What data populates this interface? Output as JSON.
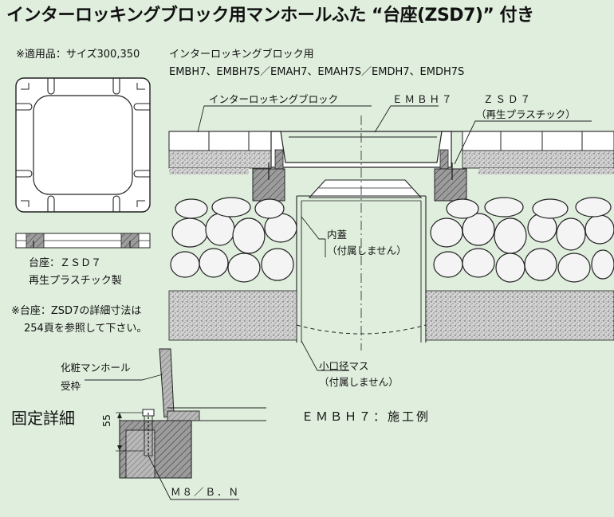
{
  "title": "インターロッキングブロック用マンホールふた “台座(ZSD7)” 付き",
  "header": {
    "applicable": "※適用品：サイズ300,350",
    "block_for": "インターロッキングブロック用",
    "models": "EMBH7、EMBH7S／EMAH7、EMAH7S／EMDH7、EMDH7S"
  },
  "left_notes": {
    "base_label": "台座：ＺＳＤ７",
    "base_material": "再生プラスチック製",
    "ref_line1": "※台座：ZSD7の詳細寸法は",
    "ref_line2": "254頁を参照して下さい。"
  },
  "callouts": {
    "interlocking_block": "インターロッキングブロック",
    "embh7": "ＥＭＢＨ７",
    "zsd7": "ＺＳＤ７",
    "recycled_plastic": "（再生プラスチック）",
    "inner_lid": "内蓋",
    "inner_lid_note": "（付属しません）",
    "small_box": "小口径マス",
    "small_box_note": "（付属しません）"
  },
  "detail": {
    "heading": "固定詳細",
    "frame_line1": "化粧マンホール",
    "frame_line2": "受枠",
    "dim_55": "55",
    "bolt": "Ｍ８／Ｂ．Ｎ",
    "example_caption": "ＥＭＢＨ７：施工例"
  }
}
